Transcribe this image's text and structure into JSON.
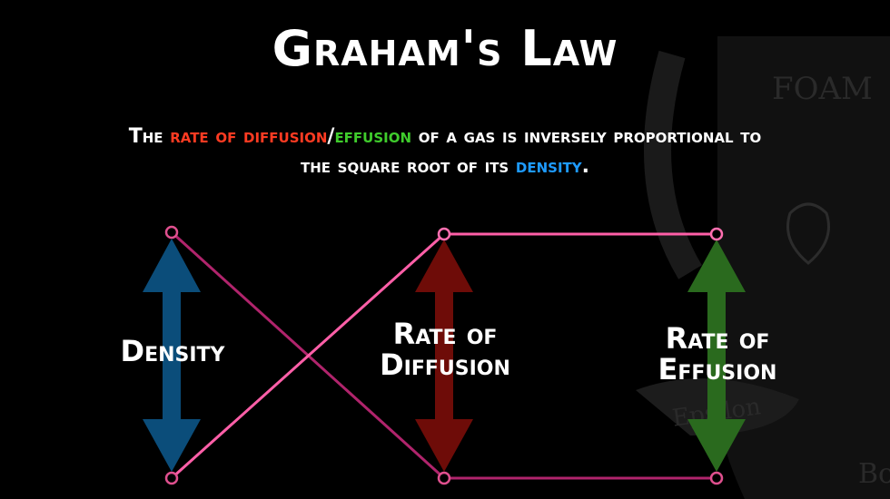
{
  "title": "Graham's Law",
  "statement": {
    "part1": "The ",
    "rate_of_diffusion": "rate of diffusion",
    "slash": "/",
    "effusion": "effusion",
    "part2": " of a gas is inversely proportional to the square root of its ",
    "density": "density",
    "end": "."
  },
  "labels": {
    "density": "Density",
    "rate_of_diffusion_line1": "Rate of",
    "rate_of_diffusion_line2": "Diffusion",
    "rate_of_effusion_line1": "Rate of",
    "rate_of_effusion_line2": "Effusion"
  },
  "watermark": {
    "top": "FOAM",
    "scroll": "Epsilon",
    "bottom": "Bo"
  },
  "colors": {
    "density_arrow": "#0b4d7a",
    "diffusion_arrow": "#6e0c08",
    "effusion_arrow": "#2a6a1e",
    "connector": "#ff5fa8",
    "connector_dark": "#b0246c"
  }
}
